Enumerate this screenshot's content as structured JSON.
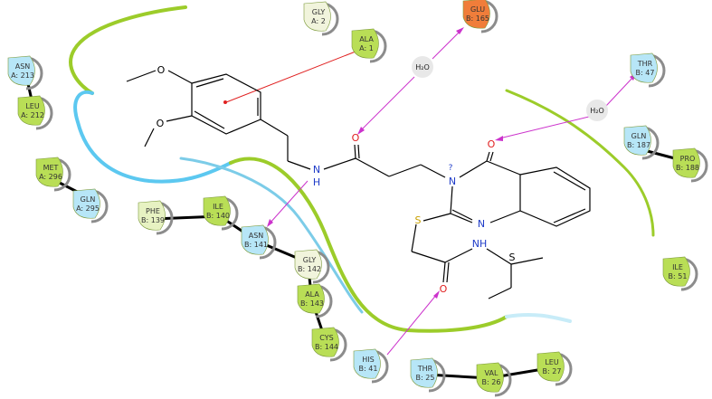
{
  "residues": [
    {
      "key": "gly_a2",
      "name": "GLY",
      "chain": "A: 2",
      "fill": "#f1f4dc"
    },
    {
      "key": "ala_a1",
      "name": "ALA",
      "chain": "A: 1",
      "fill": "#b9de56"
    },
    {
      "key": "glu_b165",
      "name": "GLU",
      "chain": "B: 165",
      "fill": "#f07d3a"
    },
    {
      "key": "thr_b47",
      "name": "THR",
      "chain": "B: 47",
      "fill": "#b7e6f7"
    },
    {
      "key": "asn_a213",
      "name": "ASN",
      "chain": "A: 213",
      "fill": "#b7e6f7"
    },
    {
      "key": "leu_a212",
      "name": "LEU",
      "chain": "A: 212",
      "fill": "#b9de56"
    },
    {
      "key": "gln_b187",
      "name": "GLN",
      "chain": "B: 187",
      "fill": "#b7e6f7"
    },
    {
      "key": "pro_b188",
      "name": "PRO",
      "chain": "B: 188",
      "fill": "#b9de56"
    },
    {
      "key": "met_a296",
      "name": "MET",
      "chain": "A: 296",
      "fill": "#b9de56"
    },
    {
      "key": "gln_a295",
      "name": "GLN",
      "chain": "A: 295",
      "fill": "#b7e6f7"
    },
    {
      "key": "phe_b139",
      "name": "PHE",
      "chain": "B: 139",
      "fill": "#e7f2c2"
    },
    {
      "key": "ile_b140",
      "name": "ILE",
      "chain": "B: 140",
      "fill": "#b9de56"
    },
    {
      "key": "asn_b141",
      "name": "ASN",
      "chain": "B: 141",
      "fill": "#b7e6f7"
    },
    {
      "key": "gly_b142",
      "name": "GLY",
      "chain": "B: 142",
      "fill": "#f1f4dc"
    },
    {
      "key": "ala_b143",
      "name": "ALA",
      "chain": "B: 143",
      "fill": "#b9de56"
    },
    {
      "key": "cys_b144",
      "name": "CYS",
      "chain": "B: 144",
      "fill": "#b9de56"
    },
    {
      "key": "ile_b51",
      "name": "ILE",
      "chain": "B: 51",
      "fill": "#b9de56"
    },
    {
      "key": "his_b41",
      "name": "HIS",
      "chain": "B: 41",
      "fill": "#b7e6f7"
    },
    {
      "key": "thr_b25",
      "name": "THR",
      "chain": "B: 25",
      "fill": "#b7e6f7"
    },
    {
      "key": "val_b26",
      "name": "VAL",
      "chain": "B: 26",
      "fill": "#b9de56"
    },
    {
      "key": "leu_b27",
      "name": "LEU",
      "chain": "B: 27",
      "fill": "#b9de56"
    }
  ],
  "water_label": "H₂O",
  "atoms": {
    "o": "O",
    "n": "N",
    "h": "H",
    "s": "S",
    "nh": "NH"
  },
  "stereo_unknown": "?",
  "colors": {
    "hbond": "#cc33cc",
    "pi": "#e02020",
    "pocket_green": "#9ccc2a",
    "pocket_blue": "#5cc8f0"
  }
}
